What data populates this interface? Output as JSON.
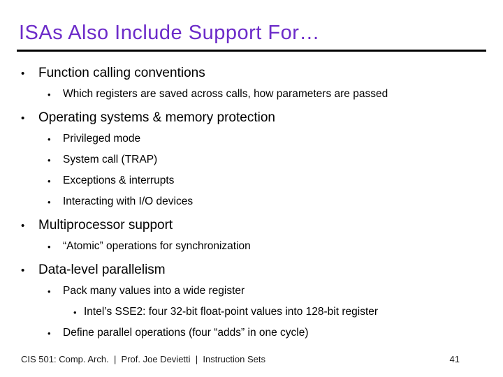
{
  "colors": {
    "title_accent": "#6C2BC9",
    "rule": "#000000",
    "body_text": "#000000",
    "footer_text": "#1a1a1a"
  },
  "title": "ISAs Also Include Support For…",
  "bullet_glyph": "•",
  "bullets": [
    {
      "level": 1,
      "text": "Function calling conventions"
    },
    {
      "level": 2,
      "text": "Which registers are saved across calls, how parameters are passed"
    },
    {
      "level": 1,
      "text": "Operating systems & memory protection"
    },
    {
      "level": 2,
      "text": "Privileged mode"
    },
    {
      "level": 2,
      "text": "System call (TRAP)"
    },
    {
      "level": 2,
      "text": "Exceptions & interrupts"
    },
    {
      "level": 2,
      "text": "Interacting with I/O devices"
    },
    {
      "level": 1,
      "text": "Multiprocessor support"
    },
    {
      "level": 2,
      "text": "“Atomic” operations for synchronization"
    },
    {
      "level": 1,
      "text": "Data-level parallelism"
    },
    {
      "level": 2,
      "text": "Pack many values into a wide register"
    },
    {
      "level": 3,
      "text": "Intel’s SSE2: four 32-bit float-point values into 128-bit register"
    },
    {
      "level": 2,
      "text": "Define parallel operations (four “adds” in one cycle)"
    }
  ],
  "footer": {
    "left": "CIS 501: Comp. Arch.  |  Prof. Joe Devietti  |  Instruction Sets",
    "page_number": "41"
  }
}
